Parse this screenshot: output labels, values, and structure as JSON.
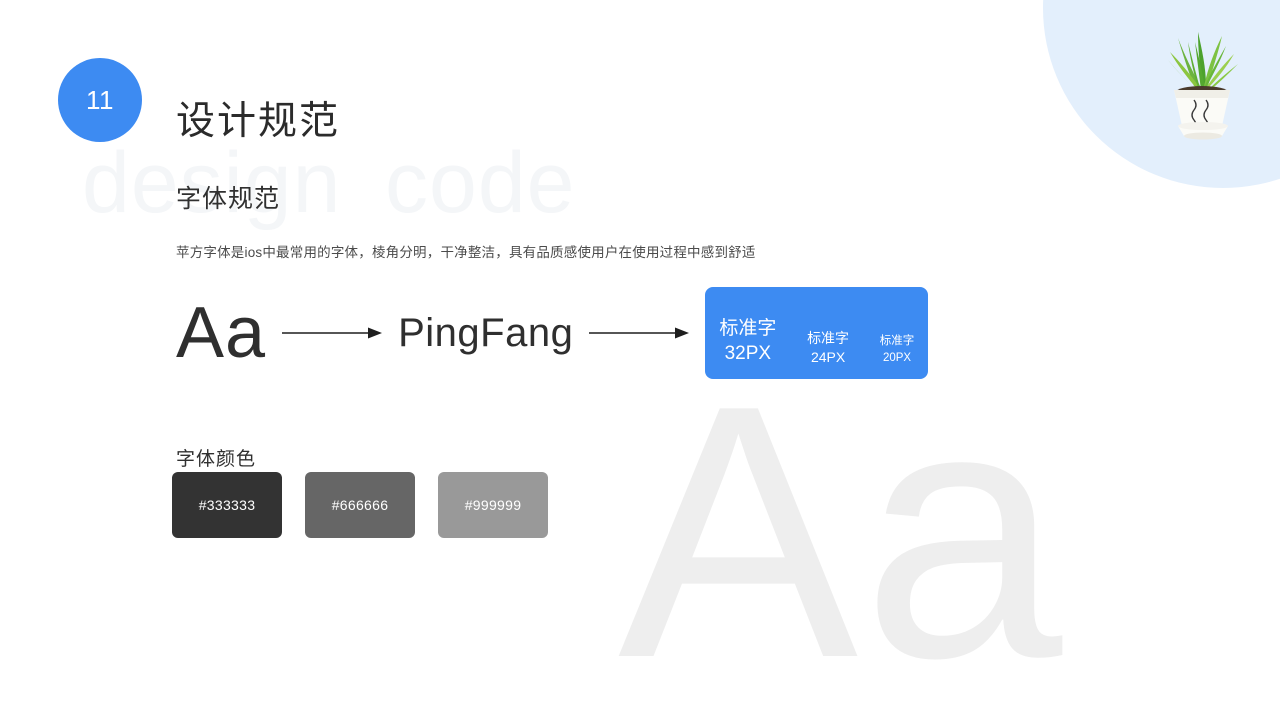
{
  "slide": {
    "badge_number": "11",
    "title": "设计规范",
    "section_title": "字体规范",
    "description": "苹方字体是ios中最常用的字体，棱角分明，干净整洁，具有品质感使用户在使用过程中感到舒适",
    "watermark_left": "design",
    "watermark_right": "code",
    "watermark_large": "Aa",
    "accent_color": "#3d8bf2",
    "blob_color": "#e3effc"
  },
  "font_flow": {
    "sample_glyphs": "Aa",
    "font_name": "PingFang",
    "arrow_1": "arrow-right-icon",
    "arrow_2": "arrow-right-icon"
  },
  "specimen_card": {
    "background": "#3d8bf2",
    "items": [
      {
        "label": "标准字",
        "size": "32PX"
      },
      {
        "label": "标准字",
        "size": "24PX"
      },
      {
        "label": "标准字",
        "size": "20PX"
      }
    ]
  },
  "color_section": {
    "title": "字体颜色",
    "swatches": [
      {
        "hex": "#333333",
        "label": "#333333"
      },
      {
        "hex": "#666666",
        "label": "#666666"
      },
      {
        "hex": "#999999",
        "label": "#999999"
      }
    ]
  },
  "decoration": {
    "plant": "potted-plant-illustration"
  }
}
